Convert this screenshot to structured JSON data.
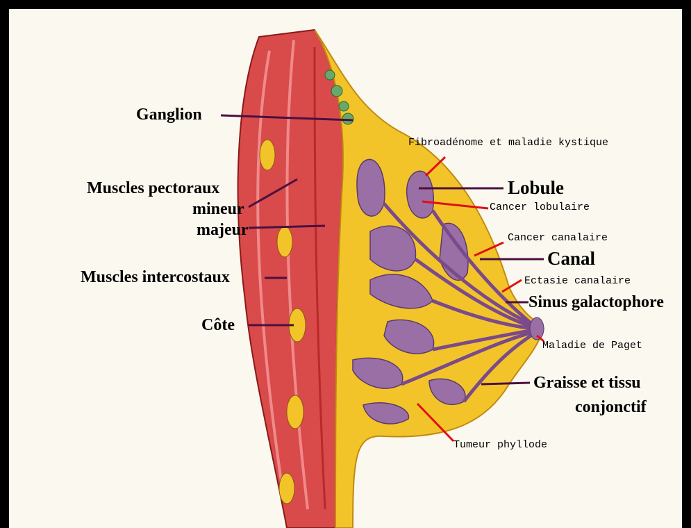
{
  "labels": {
    "ganglion": "Ganglion",
    "muscles_pectoraux": "Muscles pectoraux",
    "mineur": "mineur",
    "majeur": "majeur",
    "muscles_intercostaux": "Muscles intercostaux",
    "cote": "Côte",
    "fibroadenome": "Fibroadénome et maladie kystique",
    "lobule": "Lobule",
    "cancer_lobulaire": "Cancer lobulaire",
    "cancer_canalaire": "Cancer canalaire",
    "canal": "Canal",
    "ectasie_canalaire": "Ectasie canalaire",
    "sinus_galactophore": "Sinus galactophore",
    "maladie_de_paget": "Maladie de Paget",
    "graisse_line1": "Graisse et tissu",
    "graisse_line2": "conjonctif",
    "tumeur_phyllode": "Tumeur phyllode"
  },
  "colors": {
    "border": "#000000",
    "background": "#fbf8ef",
    "muscle": "#d94a4a",
    "fat": "#f2c42a",
    "lobule": "#9a6fa6",
    "leader_anatomy": "#4a1040",
    "leader_pathology": "#e01010"
  }
}
